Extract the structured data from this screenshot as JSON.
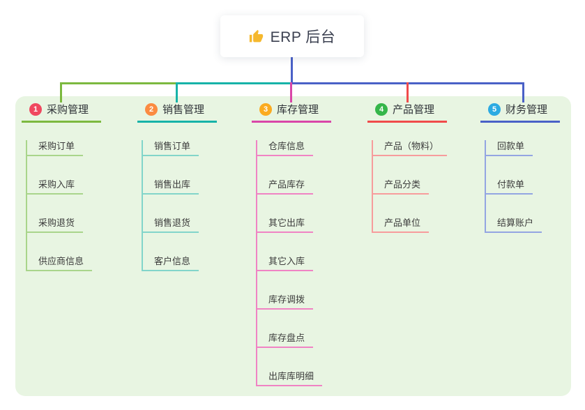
{
  "root": {
    "title": "ERP 后台",
    "icon": "thumbs-up-icon",
    "icon_color": "#f5b82e",
    "stem_color": "#4a61c7"
  },
  "panel": {
    "background": "#e8f5e2"
  },
  "branches": [
    {
      "badge": "1",
      "label": "采购管理",
      "badge_color": "#f0485f",
      "line_color": "#7cb93f",
      "child_line_color": "#a9d58b",
      "items": [
        "采购订单",
        "采购入库",
        "采购退货",
        "供应商信息"
      ]
    },
    {
      "badge": "2",
      "label": "销售管理",
      "badge_color": "#fb8b41",
      "line_color": "#17b3a8",
      "child_line_color": "#82d5ca",
      "items": [
        "销售订单",
        "销售出库",
        "销售退货",
        "客户信息"
      ]
    },
    {
      "badge": "3",
      "label": "库存管理",
      "badge_color": "#fbab20",
      "line_color": "#d946a8",
      "child_line_color": "#f083c4",
      "items": [
        "仓库信息",
        "产品库存",
        "其它出库",
        "其它入库",
        "库存调拨",
        "库存盘点",
        "出库库明细"
      ]
    },
    {
      "badge": "4",
      "label": "产品管理",
      "badge_color": "#35b64a",
      "line_color": "#f04b4b",
      "child_line_color": "#f79c9c",
      "items": [
        "产品（物料）",
        "产品分类",
        "产品单位"
      ]
    },
    {
      "badge": "5",
      "label": "财务管理",
      "badge_color": "#2caae2",
      "line_color": "#4a61c7",
      "child_line_color": "#93a5e2",
      "items": [
        "回款单",
        "付款单",
        "结算账户"
      ]
    }
  ]
}
